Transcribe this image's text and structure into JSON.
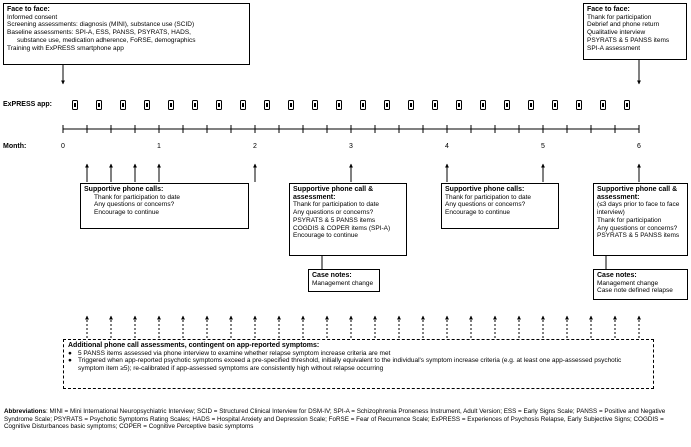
{
  "left_box": {
    "title": "Face to face:",
    "lines": [
      "Informed consent",
      "Screening assessments: diagnosis (MINI), substance use (SCID)",
      "Baseline assessments: SPI-A, ESS, PANSS, PSYRATS, HADS,",
      "substance use, medication adherence, FoRSE, demographics",
      "Training with ExPRESS smartphone app"
    ]
  },
  "right_box": {
    "title": "Face to face:",
    "lines": [
      "Thank for participation",
      "Debrief and phone return",
      "Qualitative interview",
      "PSYRATS & 5 PANSS items",
      "SPI-A assessment"
    ]
  },
  "app_label": "ExPRESS app:",
  "month_label": "Month:",
  "month_ticks": [
    "0",
    "1",
    "2",
    "3",
    "4",
    "5",
    "6"
  ],
  "calls": [
    {
      "title": "Supportive phone calls:",
      "lines": [
        "Thank for participation to date",
        "Any questions or concerns?",
        "Encourage to continue"
      ]
    },
    {
      "title": "Supportive phone call & assessment:",
      "lines": [
        "Thank for participation to date",
        "Any questions or concerns?",
        "PSYRATS & 5 PANSS items",
        "COGDIS & COPER items (SPI-A)",
        "Encourage to continue"
      ]
    },
    {
      "title": "Supportive phone calls:",
      "lines": [
        "Thank for participation to date",
        "Any questions or concerns?",
        "Encourage to continue"
      ]
    },
    {
      "title": "Supportive phone call & assessment:",
      "lines": [
        "(≤3 days prior to face to face interview)",
        "Thank for participation",
        "Any questions or concerns?",
        "PSYRATS & 5 PANSS items"
      ]
    }
  ],
  "case_notes": [
    {
      "title": "Case notes:",
      "lines": [
        "Management change"
      ]
    },
    {
      "title": "Case notes:",
      "lines": [
        "Management change",
        "Case note defined relapse"
      ]
    }
  ],
  "additional": {
    "title": "Additional phone call assessments, contingent on app-reported symptoms:",
    "bullets": [
      "5 PANSS items assessed via phone interview to examine whether relapse symptom increase criteria are met",
      "Triggered when app-reported psychotic symptoms  exceed a pre-specified threshold, initially equivalent to the individual's symptom increase criteria (e.g. at least one app-assessed psychotic symptom item ≥5); re-calibrated if app-assessed symptoms are consistently high without relapse occurring"
    ],
    "bullet_glyph": "●"
  },
  "abbreviations": {
    "label": "Abbreviations",
    "text": ": MINI = Mini International Neuropsychiatric Interview; SCID = Structured Clinical Interview for DSM-IV; SPI-A = Schizophrenia Proneness Instrument, Adult Version; ESS = Early Signs Scale; PANSS = Positive and Negative Syndrome Scale; PSYRATS = Psychotic Symptoms Rating Scales; HADS = Hospital Anxiety and Depression Scale; FoRSE = Fear of Recurrence Scale; ExPRESS = Experiences of Psychosis Relapse, Early Subjective Signs; COGDIS = Cognitive Disturbances basic symptoms; COPER = Cognitive Perceptive basic symptoms"
  }
}
